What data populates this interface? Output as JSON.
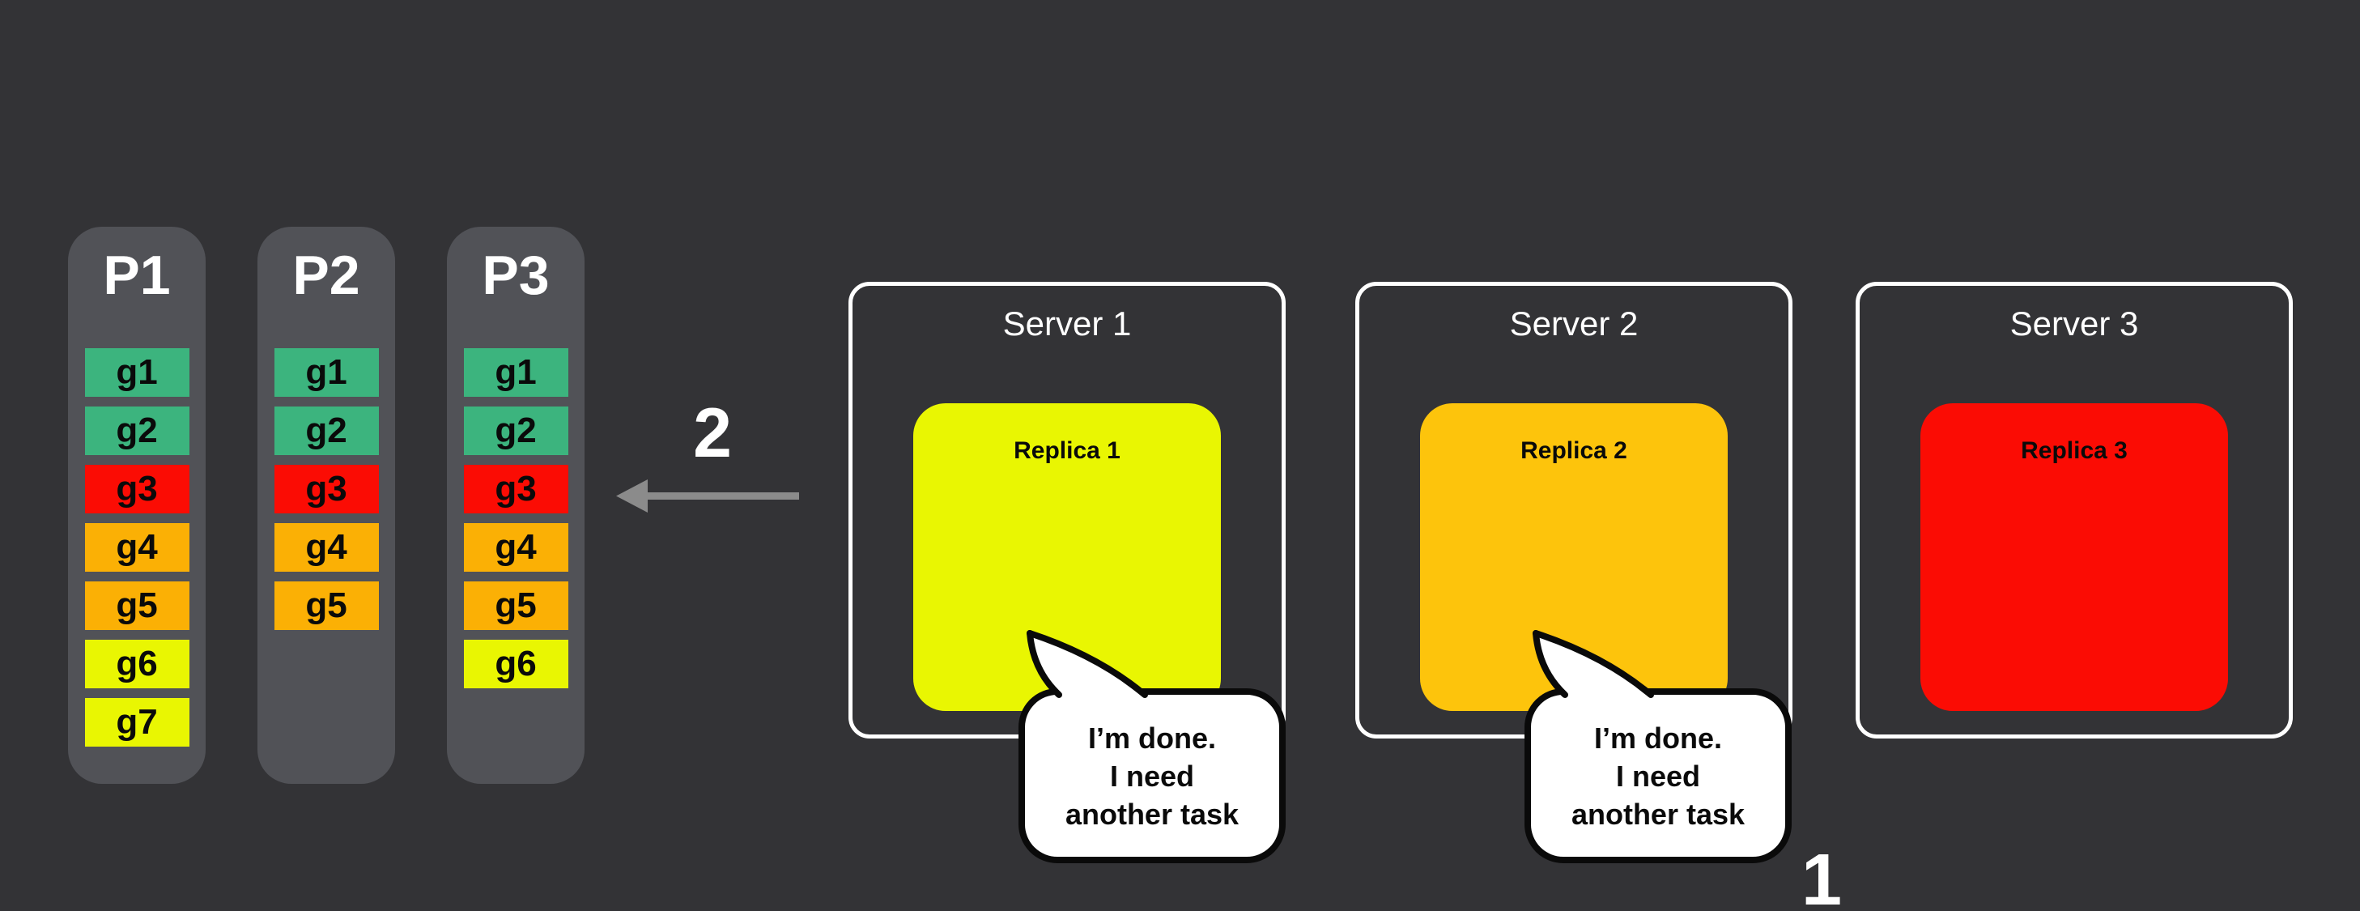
{
  "colors": {
    "background": "#333336",
    "partition_bg": "#515257",
    "task_green": "#3cb47e",
    "task_red": "#fb0c04",
    "task_orange": "#fbb005",
    "task_yellow": "#e9f602",
    "replica1_yellow": "#e9f602",
    "replica2_amber": "#fdc40c",
    "replica3_red": "#fb0c04",
    "arrow_gray": "#8b8b8b",
    "white": "#ffffff"
  },
  "partitions": [
    {
      "label": "P1",
      "cells": [
        {
          "label": "g1",
          "color": "#3cb47e"
        },
        {
          "label": "g2",
          "color": "#3cb47e"
        },
        {
          "label": "g3",
          "color": "#fb0c04"
        },
        {
          "label": "g4",
          "color": "#fbb005"
        },
        {
          "label": "g5",
          "color": "#fbb005"
        },
        {
          "label": "g6",
          "color": "#e9f602"
        },
        {
          "label": "g7",
          "color": "#e9f602"
        }
      ]
    },
    {
      "label": "P2",
      "cells": [
        {
          "label": "g1",
          "color": "#3cb47e"
        },
        {
          "label": "g2",
          "color": "#3cb47e"
        },
        {
          "label": "g3",
          "color": "#fb0c04"
        },
        {
          "label": "g4",
          "color": "#fbb005"
        },
        {
          "label": "g5",
          "color": "#fbb005"
        }
      ]
    },
    {
      "label": "P3",
      "cells": [
        {
          "label": "g1",
          "color": "#3cb47e"
        },
        {
          "label": "g2",
          "color": "#3cb47e"
        },
        {
          "label": "g3",
          "color": "#fb0c04"
        },
        {
          "label": "g4",
          "color": "#fbb005"
        },
        {
          "label": "g5",
          "color": "#fbb005"
        },
        {
          "label": "g6",
          "color": "#e9f602"
        }
      ]
    }
  ],
  "step_labels": {
    "step_1": "1",
    "step_2": "2"
  },
  "servers": [
    {
      "label": "Server 1",
      "replica": {
        "label": "Replica 1",
        "color": "#e9f602"
      }
    },
    {
      "label": "Server 2",
      "replica": {
        "label": "Replica 2",
        "color": "#fdc40c"
      }
    },
    {
      "label": "Server 3",
      "replica": {
        "label": "Replica 3",
        "color": "#fb0c04"
      }
    }
  ],
  "speech_bubbles": [
    {
      "lines": [
        "I’m done.",
        "I need",
        "another task"
      ]
    },
    {
      "lines": [
        "I’m done.",
        "I need",
        "another task"
      ]
    }
  ]
}
